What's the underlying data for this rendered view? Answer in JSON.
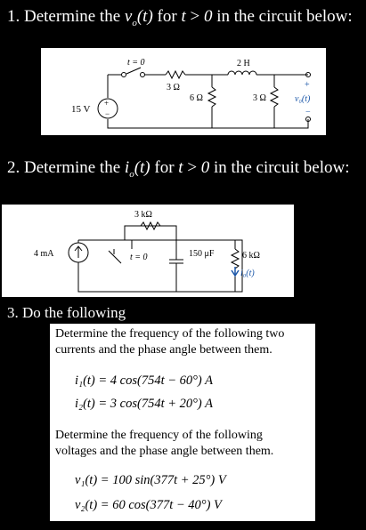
{
  "q1": {
    "title": "1. Determine the v_o(t) for t > 0 in the circuit below:",
    "num": "1. Determine the ",
    "var": "v",
    "sub": "o",
    "rest": "(t) for t > 0 in the circuit below:",
    "labels": {
      "source": "15 V",
      "switch": "t = 0",
      "r1": "3 Ω",
      "inductor": "2 H",
      "r2": "6 Ω",
      "r3": "3 Ω",
      "out": "v₀(t)",
      "plus": "+",
      "minus": "−"
    }
  },
  "q2": {
    "num": "2. Determine the ",
    "var": "i",
    "sub": "o",
    "rest": "(t) for t > 0 in the circuit below:",
    "labels": {
      "source": "4 mA",
      "r1": "3 kΩ",
      "switch": "t = 0",
      "cap": "150 μF",
      "r2": "6 kΩ",
      "current": "i₀(t)"
    }
  },
  "q3": {
    "heading": "3. Do the following",
    "p1_line1": "Determine the frequency of the following two",
    "p1_line2": "currents and the phase angle between them.",
    "i1": "i₁(t) = 4 cos(754t − 60°) A",
    "i2": "i₂(t) = 3 cos(754t + 20°) A",
    "p2_line1": "Determine the frequency of the following",
    "p2_line2": "voltages and the phase angle between them.",
    "v1": "v₁(t) = 100 sin(377t + 25°) V",
    "v2": "v₂(t) = 60 cos(377t − 40°) V"
  },
  "colors": {
    "background": "#000000",
    "panel": "#ffffff",
    "accent": "#1a56a8"
  }
}
